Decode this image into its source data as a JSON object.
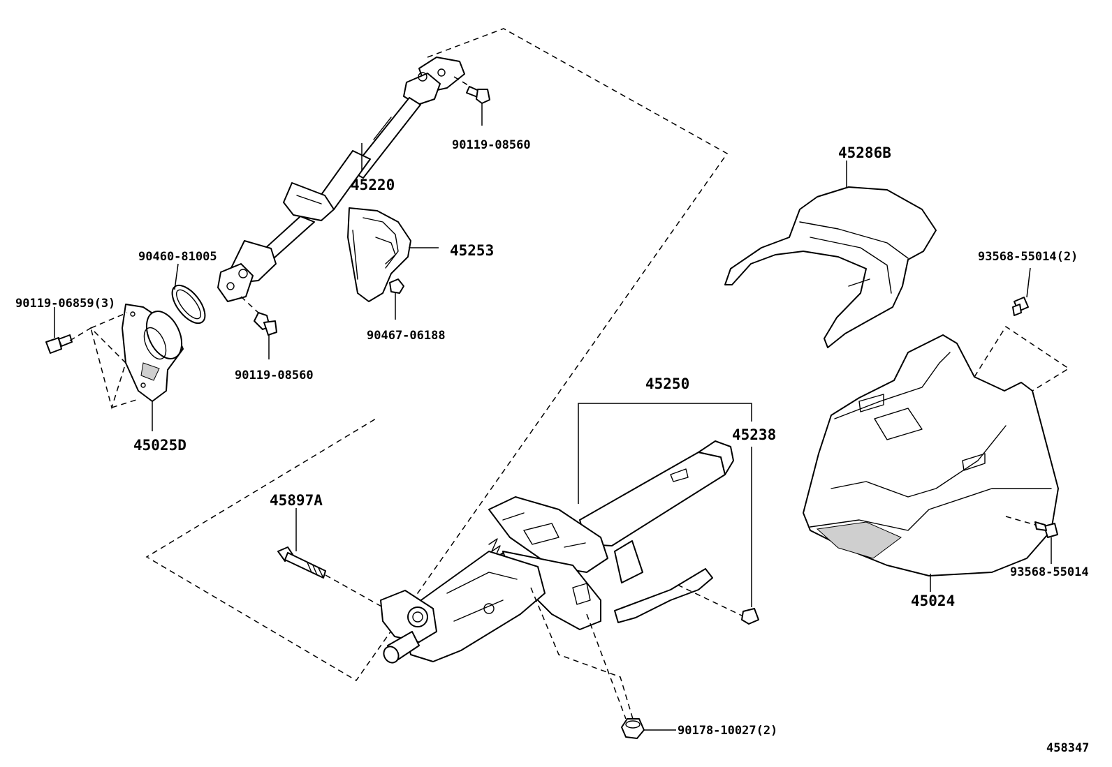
{
  "diagram_id": "458347",
  "parts": {
    "p45220": "45220",
    "p90119_08560_top": "90119-08560",
    "p45253": "45253",
    "p90467_06188": "90467-06188",
    "p90460_81005": "90460-81005",
    "p90119_06859": "90119-06859(3)",
    "p90119_08560_mid": "90119-08560",
    "p45025D": "45025D",
    "p45286B": "45286B",
    "p93568_55014_2": "93568-55014(2)",
    "p45250": "45250",
    "p45238": "45238",
    "p45897A": "45897A",
    "p93568_55014": "93568-55014",
    "p45024": "45024",
    "p90178_10027": "90178-10027(2)"
  }
}
